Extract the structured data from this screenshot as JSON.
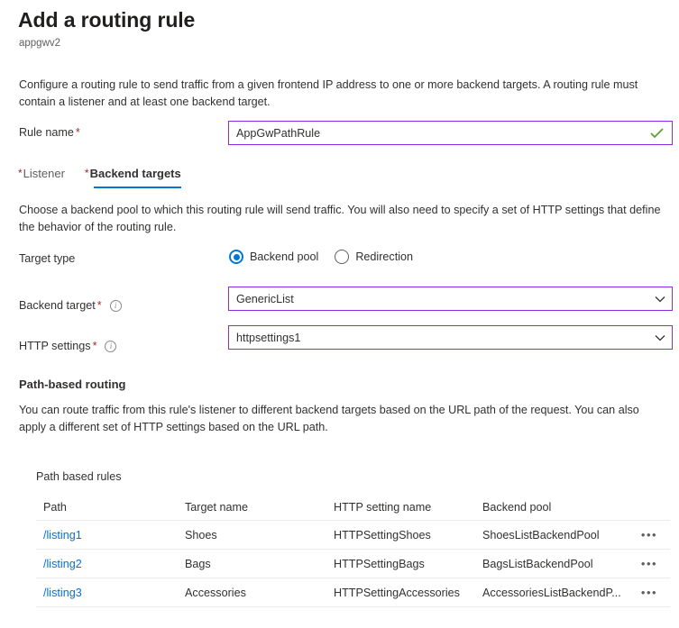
{
  "header": {
    "title": "Add a routing rule",
    "subtitle": "appgwv2"
  },
  "intro": "Configure a routing rule to send traffic from a given frontend IP address to one or more backend targets. A routing rule must contain a listener and at least one backend target.",
  "rule_name": {
    "label": "Rule name",
    "required_marker": "*",
    "value": "AppGwPathRule",
    "placeholder": "Enter a name",
    "validation_icon": "checkmark-icon",
    "border_color": "#8a2be2",
    "check_color": "#5ca12f"
  },
  "tabs": [
    {
      "label": "Listener",
      "required_marker": "*",
      "active": false
    },
    {
      "label": "Backend targets",
      "required_marker": "*",
      "active": true
    }
  ],
  "tab_accent_color": "#0078d4",
  "backend_targets": {
    "description": "Choose a backend pool to which this routing rule will send traffic. You will also need to specify a set of HTTP settings that define the behavior of the routing rule.",
    "target_type": {
      "label": "Target type",
      "options": [
        {
          "label": "Backend pool",
          "selected": true
        },
        {
          "label": "Redirection",
          "selected": false
        }
      ]
    },
    "backend_target": {
      "label": "Backend target",
      "required_marker": "*",
      "info_icon": "info-icon",
      "value": "GenericList"
    },
    "http_settings": {
      "label": "HTTP settings",
      "required_marker": "*",
      "info_icon": "info-icon",
      "value": "httpsettings1"
    }
  },
  "path_based_routing": {
    "heading": "Path-based routing",
    "description": "You can route traffic from this rule's listener to different backend targets based on the URL path of the request. You can also apply a different set of HTTP settings based on the URL path.",
    "table_caption": "Path based rules",
    "columns": [
      "Path",
      "Target name",
      "HTTP setting name",
      "Backend pool"
    ],
    "rows": [
      {
        "path": "/listing1",
        "target_name": "Shoes",
        "http_setting_name": "HTTPSettingShoes",
        "backend_pool": "ShoesListBackendPool",
        "menu": "•••"
      },
      {
        "path": "/listing2",
        "target_name": "Bags",
        "http_setting_name": "HTTPSettingBags",
        "backend_pool": "BagsListBackendPool",
        "menu": "•••"
      },
      {
        "path": "/listing3",
        "target_name": "Accessories",
        "http_setting_name": "HTTPSettingAccessories",
        "backend_pool": "AccessoriesListBackendP...",
        "menu": "•••"
      }
    ],
    "link_color": "#0a6ed1"
  }
}
